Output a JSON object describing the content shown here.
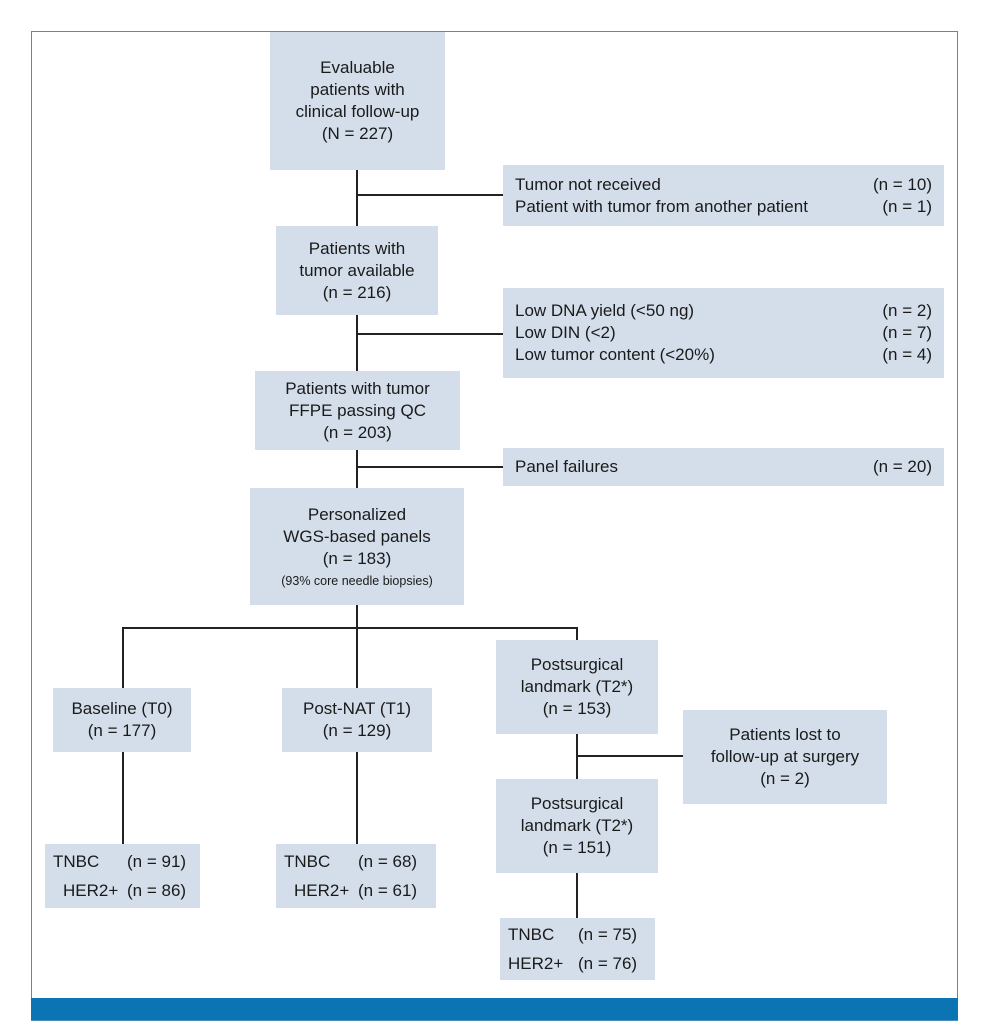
{
  "colors": {
    "box_fill": "#d3deea",
    "frame": "#4a8fbe",
    "bar": "#0b74b3",
    "line": "#222222"
  },
  "main": {
    "evaluable": [
      "Evaluable",
      "patients with",
      "clinical follow-up",
      "(N = 227)"
    ],
    "tumor_available": [
      "Patients with",
      "tumor available",
      "(n = 216)"
    ],
    "passing_qc": [
      "Patients with tumor",
      "FFPE passing QC",
      "(n = 203)"
    ],
    "panels": [
      "Personalized",
      "WGS-based panels",
      "(n = 183)"
    ],
    "panels_note": "(93% core needle biopsies)"
  },
  "exclusions": {
    "first": [
      {
        "label": "Tumor not received",
        "count": "(n = 10)"
      },
      {
        "label": "Patient with tumor from another patient",
        "count": "(n = 1)"
      }
    ],
    "second": [
      {
        "label": "Low DNA yield (<50 ng)",
        "count": "(n = 2)"
      },
      {
        "label": "Low DIN (<2)",
        "count": "(n = 7)"
      },
      {
        "label": "Low tumor content (<20%)",
        "count": "(n = 4)"
      }
    ],
    "third": [
      {
        "label": "Panel failures",
        "count": "(n = 20)"
      }
    ]
  },
  "timepoints": {
    "baseline": [
      "Baseline (T0)",
      "(n = 177)"
    ],
    "post_nat": [
      "Post-NAT (T1)",
      "(n = 129)"
    ],
    "postsurgical": [
      "Postsurgical",
      "landmark (T2*)",
      "(n = 153)"
    ],
    "lost": [
      "Patients lost to",
      "follow-up at surgery",
      "(n =  2)"
    ],
    "postsurgical_final": [
      "Postsurgical",
      "landmark (T2*)",
      "(n = 151)"
    ]
  },
  "subtypes": {
    "baseline": [
      {
        "label": "TNBC",
        "count": "(n = 91)"
      },
      {
        "label": "HER2+",
        "count": "(n = 86)"
      }
    ],
    "post_nat": [
      {
        "label": "TNBC",
        "count": "(n = 68)"
      },
      {
        "label": "HER2+",
        "count": "(n = 61)"
      }
    ],
    "postsurgical": [
      {
        "label": "TNBC",
        "count": "(n = 75)"
      },
      {
        "label": "HER2+",
        "count": "(n = 76)"
      }
    ]
  }
}
